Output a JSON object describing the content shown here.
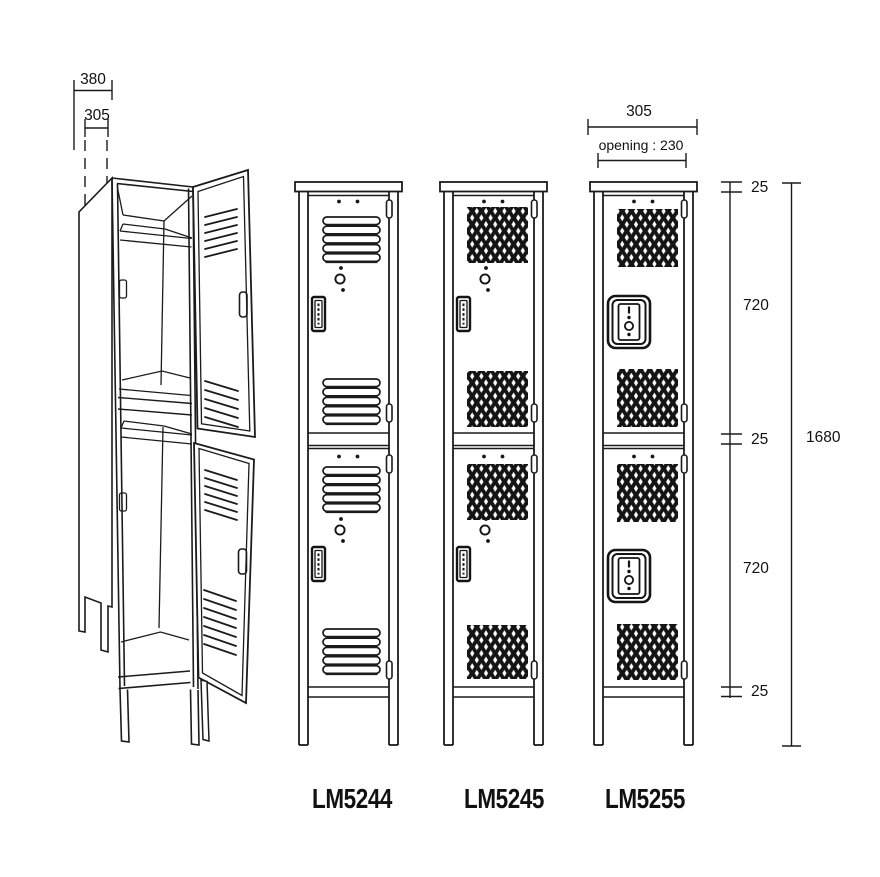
{
  "page": {
    "background": "#ffffff",
    "line_color": "#1b1b1b",
    "drawing_type": "locker technical line drawing, 3 front elevations + 1 open perspective view"
  },
  "perspective": {
    "dim_depth": "380",
    "dim_width": "305",
    "view": "double-tier locker with both doors open"
  },
  "top_dims": {
    "width": "305",
    "opening": "opening : 230"
  },
  "right_dims": {
    "frame_top": "25",
    "door_upper": "720",
    "frame_mid": "25",
    "door_lower": "720",
    "frame_bottom": "25",
    "total": "1680"
  },
  "models": [
    {
      "label": "LM5244",
      "vent_type": "louvered-vent",
      "handle_type": "recessed-latch"
    },
    {
      "label": "LM5245",
      "vent_type": "perforated-diamond-vent",
      "handle_type": "recessed-latch"
    },
    {
      "label": "LM5255",
      "vent_type": "perforated-diamond-vent",
      "handle_type": "lift-handle-with-lock"
    }
  ]
}
